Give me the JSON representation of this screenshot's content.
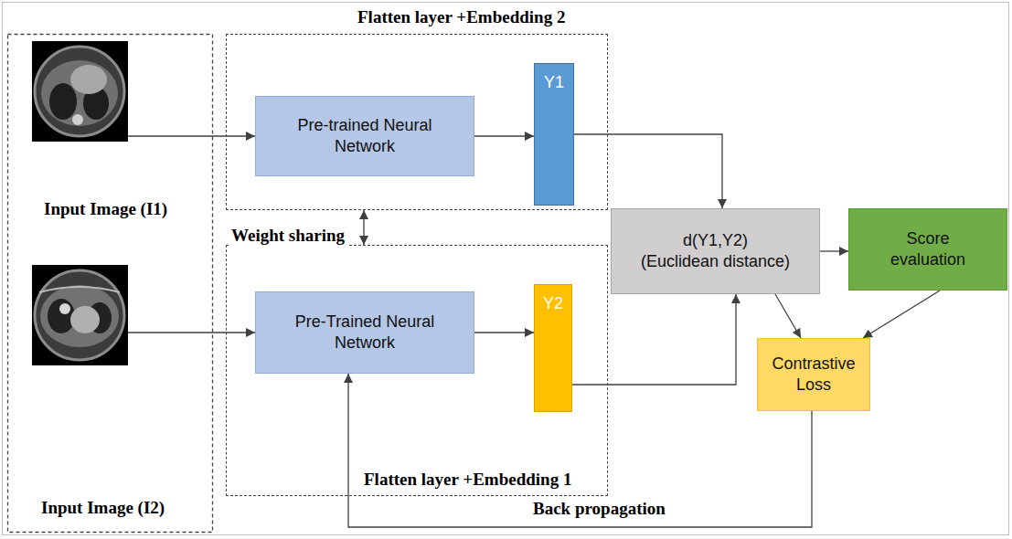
{
  "diagram": {
    "nodes": [
      {
        "text": [
          "Input Image (I1)"
        ]
      },
      {
        "text": [
          "Input Image (I2)"
        ]
      },
      {
        "text": [
          "Flatten layer +Embedding 2"
        ]
      },
      {
        "text": [
          "Pre-trained Neural Network"
        ],
        "in": 2
      },
      {
        "text": [
          "Y1"
        ],
        "in": 2
      },
      {
        "text": [
          "Flatten layer +Embedding 1"
        ]
      },
      {
        "text": [
          "Pre-Trained Neural Network"
        ],
        "in": 5
      },
      {
        "text": [
          "Y2"
        ],
        "in": 5
      },
      {
        "text": [
          "d(Y1,Y2)",
          "(Euclidean distance)"
        ]
      },
      {
        "text": [
          "Score evaluation"
        ]
      },
      {
        "text": [
          "Contrastive Loss"
        ]
      }
    ],
    "edges": [
      {
        "from": 0,
        "to": 3,
        "arrow": "to"
      },
      {
        "from": 3,
        "to": 4,
        "arrow": "to"
      },
      {
        "from": 4,
        "to": 8,
        "arrow": "to"
      },
      {
        "from": 1,
        "to": 6,
        "arrow": "to"
      },
      {
        "from": 6,
        "to": 7,
        "arrow": "to"
      },
      {
        "from": 7,
        "to": 8,
        "arrow": "to"
      },
      {
        "from": 8,
        "to": 9,
        "arrow": "to"
      },
      {
        "from": 8,
        "to": 10,
        "arrow": "to"
      },
      {
        "from": 9,
        "to": 10,
        "arrow": "to"
      },
      {
        "from": 10,
        "to": 6,
        "label": "Back propagation",
        "arrow": "to"
      },
      {
        "from": 2,
        "to": 5,
        "arrow": "both"
      }
    ],
    "labels": [
      "Weight sharing"
    ]
  }
}
